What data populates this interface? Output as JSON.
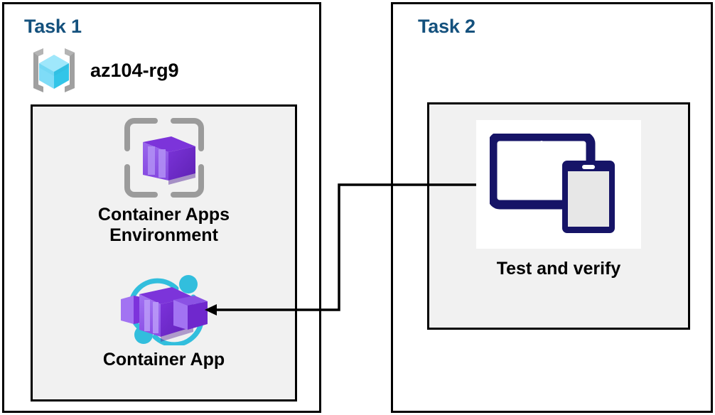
{
  "diagram": {
    "title_color": "#14517d",
    "panel_border_color": "#000000",
    "group_fill": "#f1f1f1",
    "connector_color": "#000000"
  },
  "task1": {
    "title": "Task 1",
    "resource_group": {
      "icon": "resource-group-icon",
      "label": "az104-rg9"
    },
    "nodes": [
      {
        "icon": "container-apps-environment-icon",
        "label": "Container Apps\nEnvironment",
        "accent": "#6f2fcd"
      },
      {
        "icon": "container-app-icon",
        "label": "Container App",
        "accent": "#8661e0"
      }
    ]
  },
  "task2": {
    "title": "Task 2",
    "node": {
      "icon": "test-devices-icon",
      "label": "Test and verify",
      "accent": "#161467"
    }
  },
  "connector": {
    "name": "flow-arrow",
    "from": "Test and verify",
    "to": "Container App",
    "direction": "left"
  }
}
